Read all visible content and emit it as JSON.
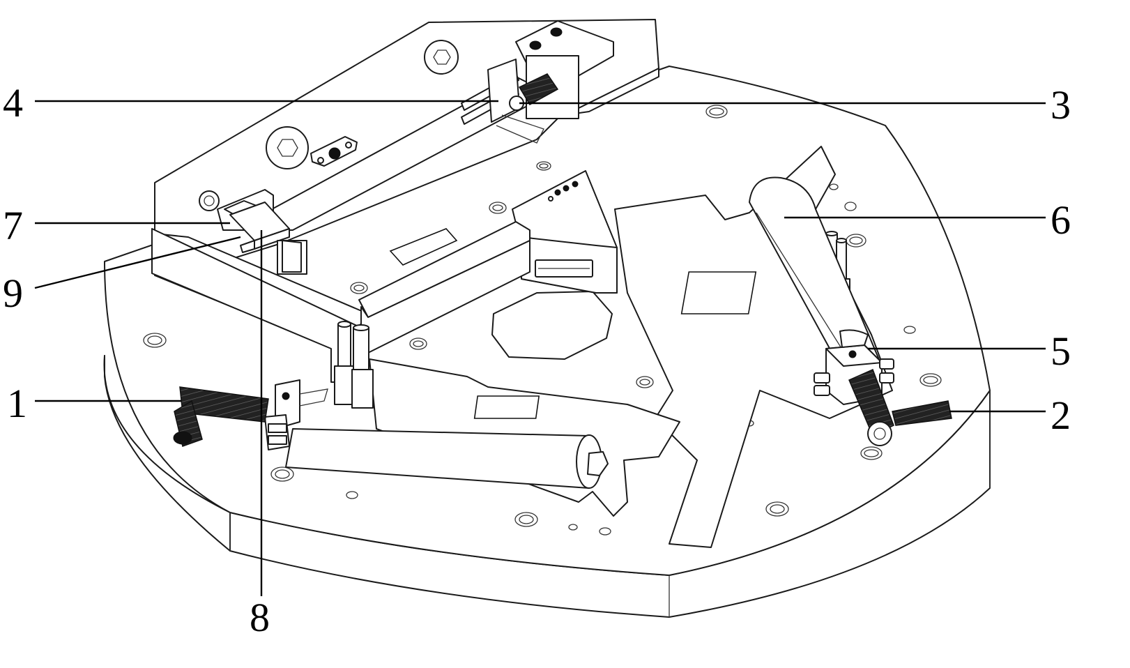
{
  "callouts": [
    {
      "id": "1",
      "text": "1"
    },
    {
      "id": "2",
      "text": "2"
    },
    {
      "id": "3",
      "text": "3"
    },
    {
      "id": "4",
      "text": "4"
    },
    {
      "id": "5",
      "text": "5"
    },
    {
      "id": "6",
      "text": "6"
    },
    {
      "id": "7",
      "text": "7"
    },
    {
      "id": "8",
      "text": "8"
    },
    {
      "id": "9",
      "text": "9"
    }
  ],
  "colors": {
    "line": "#1a1a1a",
    "fill": "#ffffff",
    "dark_part": "#111111"
  }
}
